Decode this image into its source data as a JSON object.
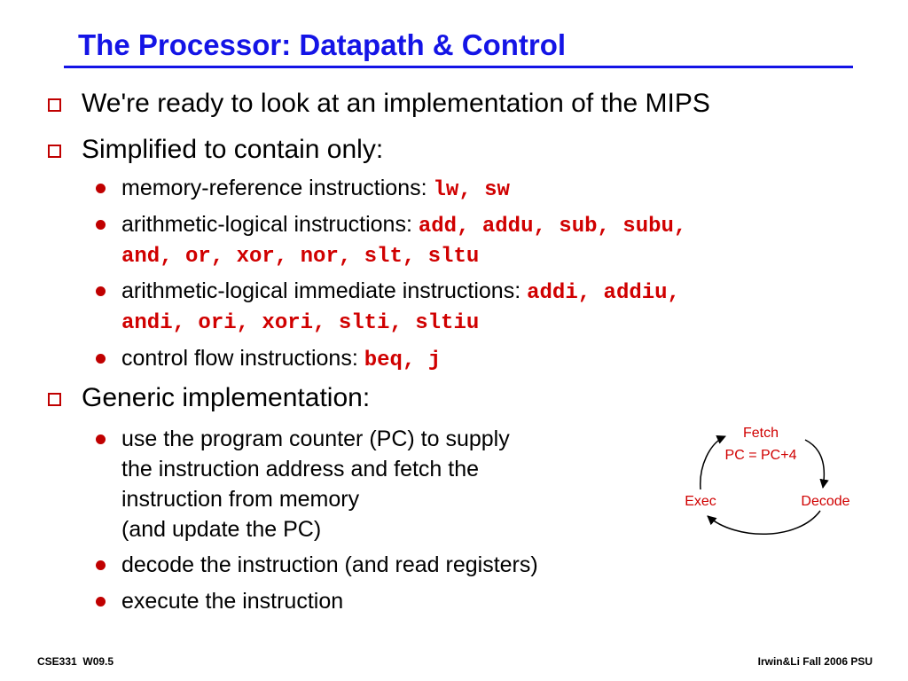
{
  "slide": {
    "title": "The Processor:  Datapath & Control",
    "bullets": {
      "b1": "We're ready to look at an implementation of the MIPS",
      "b2": "Simplified to contain only:",
      "s1_text": "memory-reference instructions:",
      "s1_code": "lw, sw",
      "s2_text": "arithmetic-logical instructions:",
      "s2_code_a": "add, addu, sub, subu,",
      "s2_code_b": "and, or, xor, nor, slt, sltu",
      "s3_text": "arithmetic-logical immediate instructions:",
      "s3_code_a": "addi, addiu,",
      "s3_code_b": "andi, ori, xori, slti, sltiu",
      "s4_text": "control flow instructions:",
      "s4_code": "beq, j",
      "b3": "Generic implementation:",
      "g1_line1": "use the program counter (PC) to supply",
      "g1_line2": "the instruction address and fetch the",
      "g1_line3": "instruction from memory",
      "g1_line4": "(and update the PC)",
      "g2": "decode the instruction (and read registers)",
      "g3": "execute the instruction"
    },
    "diagram": {
      "fetch_label": "Fetch",
      "fetch_sub": "PC = PC+4",
      "exec_label": "Exec",
      "decode_label": "Decode"
    },
    "footer": {
      "left": "CSE331  W09.5",
      "right": "Irwin&Li Fall 2006 PSU"
    }
  },
  "colors": {
    "title": "#1414e6",
    "bullet": "#c00000",
    "code": "#d00000"
  }
}
